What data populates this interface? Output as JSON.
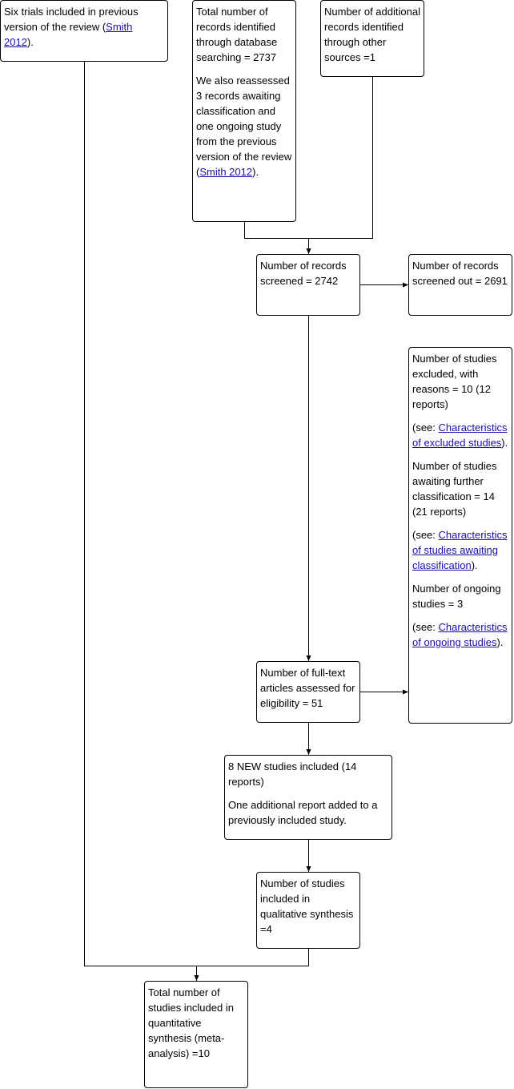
{
  "previous": {
    "text": "Six trials included in previous version of the review (",
    "link": "Smith 2012",
    "after": ")."
  },
  "database": {
    "p1": "Total number of records identified through database searching = 2737",
    "p2_text": "We also reassessed 3 records awaiting classification and one ongoing study from the previous version of the review (",
    "p2_link": "Smith 2012",
    "p2_after": ")."
  },
  "other_sources": {
    "text": "Number of additional records identified through other sources =1"
  },
  "screened": {
    "text": "Number of records screened = 2742"
  },
  "screened_out": {
    "text": "Number of records screened out = 2691"
  },
  "excluded": {
    "p1": "Number of studies excluded, with reasons = 10 (12 reports)",
    "p2_pre": "(see: ",
    "p2_link": "Characteristics of excluded studies",
    "p2_after": ").",
    "p3": "Number of studies awaiting further classification = 14 (21 reports)",
    "p4_pre": "(see: ",
    "p4_link": "Characteristics of studies awaiting classification",
    "p4_after": ").",
    "p5": "Number of ongoing studies = 3",
    "p6_pre": "(see: ",
    "p6_link": "Characteristics of ongoing studies",
    "p6_after": ")."
  },
  "fulltext": {
    "text": "Number of full-text articles assessed for eligibility = 51"
  },
  "new_included": {
    "p1": "8 NEW studies included (14 reports)",
    "p2": "One additional report added to a previously included study."
  },
  "qualitative": {
    "text": "Number of studies included in qualitative synthesis =4"
  },
  "quantitative": {
    "text": "Total number of studies included in quantitative synthesis (meta-analysis) =10"
  }
}
